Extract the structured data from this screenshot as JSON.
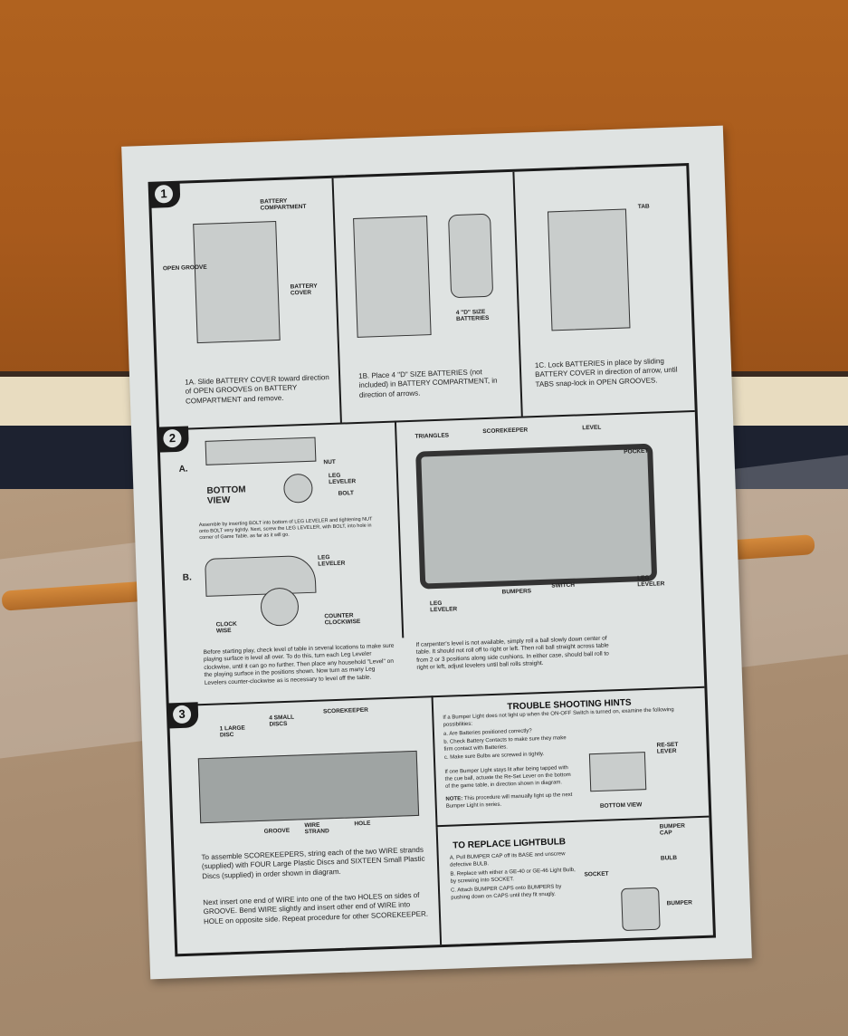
{
  "step1": {
    "number": "1",
    "labels": {
      "battery_compartment": "BATTERY COMPARTMENT",
      "open_groove": "OPEN GROOVE",
      "battery_cover": "BATTERY COVER",
      "d_size": "4 \"D\" SIZE BATTERIES",
      "tab": "TAB"
    },
    "a": "1A. Slide BATTERY COVER toward direction of OPEN GROOVES on BATTERY COMPARTMENT and remove.",
    "b": "1B. Place 4 \"D\" SIZE BATTERIES (not included) in BATTERY COMPARTMENT, in direction of arrows.",
    "c": "1C. Lock BATTERIES in place by sliding BATTERY COVER in direction of arrow, until TABS snap-lock in OPEN GROOVES."
  },
  "step2": {
    "number": "2",
    "a": "A.",
    "b": "B.",
    "labels": {
      "bottom_view": "BOTTOM VIEW",
      "nut": "NUT",
      "leg_leveler": "LEG LEVELER",
      "bolt": "BOLT",
      "clock_wise": "CLOCK WISE",
      "counter_clockwise": "COUNTER CLOCKWISE",
      "triangles": "TRIANGLES",
      "scorekeeper": "SCOREKEEPER",
      "level": "LEVEL",
      "pocket": "POCKET",
      "bumpers": "BUMPERS",
      "switch": "SWITCH"
    },
    "assembly_note": "Assemble by inserting BOLT into bottom of LEG LEVELER and tightening NUT onto BOLT very tightly. Next, screw the LEG LEVELER, with BOLT, into hole in corner of Game Table, as far as it will go.",
    "text_left": "Before starting play, check level of table in several locations to make sure playing surface is level all over. To do this, turn each Leg Leveler clockwise, until it can go no further. Then place any household \"Level\" on the playing surface in the positions shown. Now turn as many Leg Levelers counter-clockwise as is necessary to level off the table.",
    "text_right": "If carpenter's level is not available, simply roll a ball slowly down center of table. It should not roll off to right or left. Then roll ball straight across table from 2 or 3 positions along side cushions. In either case, should ball roll to right or left, adjust levelers until ball rolls straight."
  },
  "step3": {
    "number": "3",
    "labels": {
      "large_disc": "1 LARGE DISC",
      "small_discs": "4 SMALL DISCS",
      "scorekeeper": "SCOREKEEPER",
      "groove": "GROOVE",
      "wire_strand": "WIRE STRAND",
      "hole": "HOLE"
    },
    "p1": "To assemble SCOREKEEPERS, string each of the two WIRE strands (supplied) with FOUR Large Plastic Discs and SIXTEEN Small Plastic Discs (supplied) in order shown in diagram.",
    "p2": "Next insert one end of WIRE into one of the two HOLES on sides of GROOVE. Bend WIRE slightly and insert other end of WIRE into HOLE on opposite side. Repeat procedure for other SCOREKEEPER."
  },
  "trouble": {
    "title": "TROUBLE SHOOTING HINTS",
    "intro": "If a Bumper Light does not light up when the ON-OFF Switch is turned on, examine the following possibilities:",
    "items": [
      "a. Are Batteries positioned correctly?",
      "b. Check Battery Contacts to make sure they make firm contact with Batteries.",
      "c. Make sure Bulbs are screwed in tightly."
    ],
    "para": "If one Bumper Light stays lit after being tapped with the cue ball, actuate the Re-Set Lever on the bottom of the game table, in direction shown in diagram.",
    "note_label": "NOTE:",
    "note": "This procedure will manually light up the next Bumper Light in series.",
    "reset_lever": "RE-SET LEVER",
    "bottom_view": "BOTTOM VIEW"
  },
  "lightbulb": {
    "title": "TO REPLACE LIGHTBULB",
    "items": [
      "A. Pull BUMPER CAP off its BASE and unscrew defective BULB.",
      "B. Replace with either a GE-40 or GE-46 Light Bulb, by screwing into SOCKET.",
      "C. Attach BUMPER CAPS onto BUMPERS by pushing down on CAPS until they fit snugly."
    ],
    "labels": {
      "bumper_cap": "BUMPER CAP",
      "bulb": "BULB",
      "socket": "SOCKET",
      "bumper": "BUMPER"
    }
  }
}
